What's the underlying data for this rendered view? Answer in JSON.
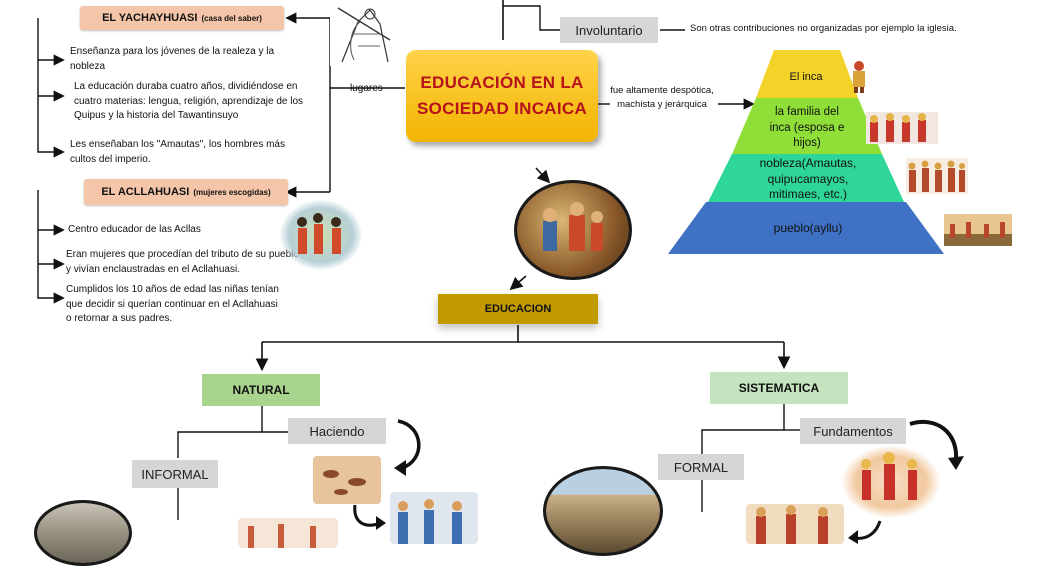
{
  "header_orange": {
    "yachay_title": "EL YACHAYHUASI",
    "yachay_sub": "(casa del saber)",
    "acllahuasi_title": "EL ACLLAHUASI",
    "acllahuasi_sub": "(mujeres escogidas)"
  },
  "yachay_points": [
    "Enseñanza para los jóvenes de la realeza y la nobleza",
    "La educación duraba cuatro años, dividiéndose en cuatro materias: lengua, religión, aprendizaje de los Quipus y la historia del Tawantinsuyo",
    "Les enseñaban los \"Amautas\", los hombres más cultos del imperio."
  ],
  "acllahuasi_points": [
    "Centro educador de las Acllas",
    "Eran mujeres que procedían del tributo de su pueblo y vivían enclaustradas en el Acllahuasi.",
    "Cumplidos los 10 años de edad las niñas tenían que decidir si querían continuar en el Acllahuasi o retornar a sus padres."
  ],
  "center": {
    "title_line1": "EDUCACIÓN EN LA",
    "title_line2": "SOCIEDAD INCAICA",
    "lugares": "lugares",
    "fue_text": "fue altamente despótica, machista y jerárquica"
  },
  "top_right": {
    "involuntario": "Involuntario",
    "involuntario_desc": "Son otras contribuciones no organizadas por ejemplo la iglesia."
  },
  "pyramid": [
    {
      "label": "El inca",
      "color": "#f3d32a"
    },
    {
      "label": "la familia del inca (esposa e hijos)",
      "color": "#8fdf38"
    },
    {
      "label": "nobleza(Amautas, quipucamayos, mitimaes, etc.)",
      "color": "#2fd69a"
    },
    {
      "label": "pueblo(ayllu)",
      "color": "#3f72c5"
    }
  ],
  "tree": {
    "educacion": "EDUCACION",
    "natural": "NATURAL",
    "sistematica": "SISTEMATICA",
    "haciendo": "Haciendo",
    "informal": "INFORMAL",
    "fundamentos": "Fundamentos",
    "formal": "FORMAL"
  },
  "colors": {
    "title_text": "#b5121b",
    "title_bg": "#f6c21c",
    "orange_header": "#f4c5a8",
    "grey_box": "#d6d6d6",
    "green_box": "#a9d48e",
    "educacion_box": "#c29a00"
  },
  "icons": {
    "arrow": "arrow-icon",
    "curved_arrow": "curved-arrow-icon"
  }
}
